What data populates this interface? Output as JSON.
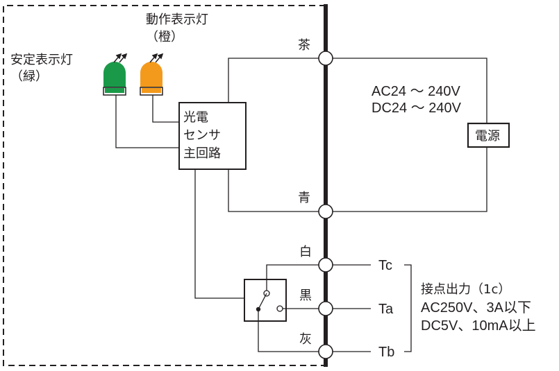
{
  "indicator_green": {
    "label_line1": "安定表示灯",
    "label_line2": "（緑）",
    "color": "#1a9a48"
  },
  "indicator_orange": {
    "label_line1": "動作表示灯",
    "label_line2": "（橙）",
    "color": "#f39a1c"
  },
  "circuit_box": {
    "line1": "光電",
    "line2": "センサ",
    "line3": "主回路"
  },
  "wires": {
    "brown": "茶",
    "blue": "青",
    "white": "白",
    "black": "黒",
    "gray": "灰"
  },
  "power": {
    "spec_line1": "AC24 ～ 240V",
    "spec_line2": "DC24 ～ 240V",
    "label": "電源"
  },
  "outputs": {
    "tc": "Tc",
    "ta": "Ta",
    "tb": "Tb"
  },
  "contact_spec": {
    "line1": "接点出力（1c）",
    "line2": "AC250V、3A以下",
    "line3": "DC5V、10mA以上"
  }
}
